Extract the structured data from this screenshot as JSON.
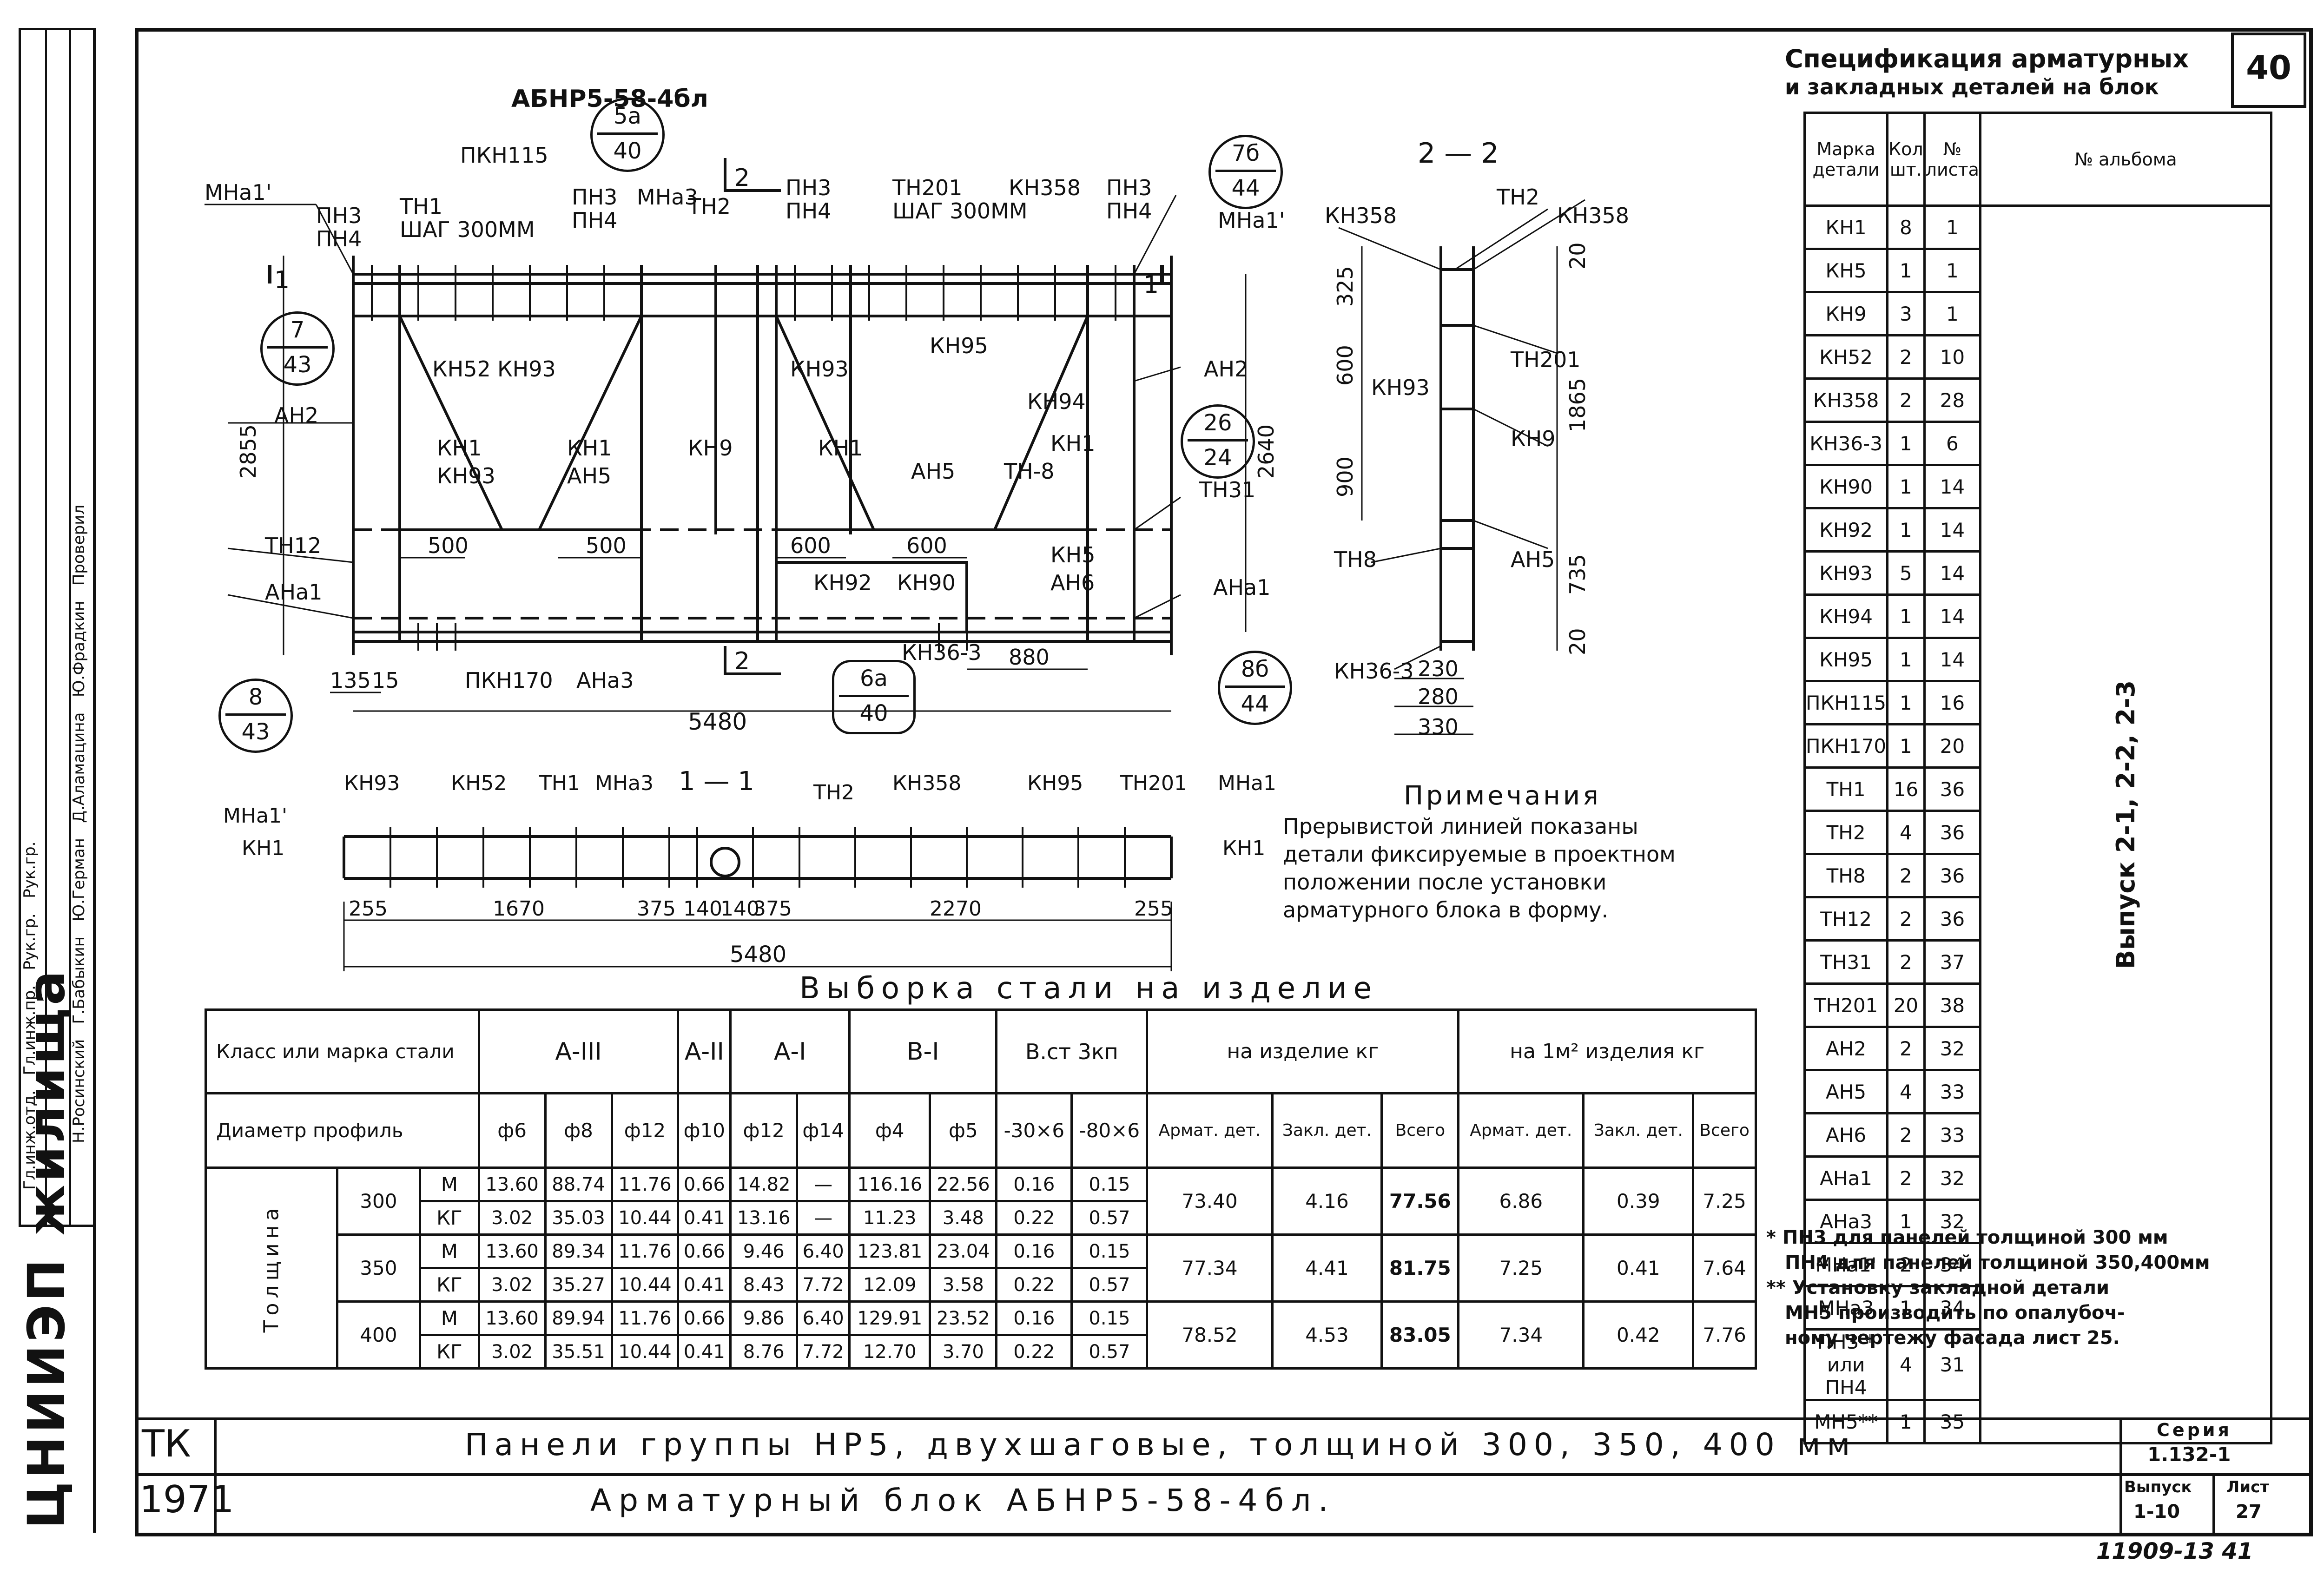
{
  "sheet_number": "40",
  "main_view": {
    "title": "АБНР5-58-4бл",
    "labels": [
      "МНа1'",
      "ПН3",
      "ПН4",
      "ТН1",
      "ШАГ 300ММ",
      "ПКН115",
      "ПН3",
      "ПН4",
      "МНа3",
      "5а",
      "40",
      "ТН2",
      "2",
      "ПН3",
      "ПН4",
      "ТН201",
      "ШАГ 300ММ",
      "КН358",
      "ПН3",
      "ПН4",
      "7б",
      "44",
      "МНа1'",
      "1",
      "1",
      "7",
      "43",
      "КН52",
      "КН93",
      "КН93",
      "КН95",
      "АН2",
      "АН2",
      "26",
      "24",
      "КН1",
      "КН1",
      "КН9",
      "КН1",
      "КН94",
      "КН1",
      "КН93",
      "АН5",
      "АН5",
      "ТН-8",
      "ТН31",
      "ТН12",
      "АНа1",
      "АНа1",
      "КН5",
      "АН6",
      "КН92",
      "КН90",
      "КН36-3",
      "ПКН170",
      "АНа3",
      "2",
      "6а",
      "40",
      "8б",
      "44",
      "8",
      "43"
    ],
    "dims": [
      "2855",
      "2640",
      "500",
      "500",
      "600",
      "600",
      "880",
      "135",
      "15",
      "5480"
    ]
  },
  "section_2": {
    "title": "2 — 2",
    "labels": [
      "КН358",
      "ТН2",
      "КН358",
      "КН93",
      "ТН201",
      "КН9",
      "ТН8",
      "АН5",
      "КН36-3"
    ],
    "dims": [
      "325",
      "600",
      "900",
      "20",
      "1865",
      "735",
      "20",
      "230",
      "280",
      "330"
    ]
  },
  "section_1": {
    "title": "1 — 1",
    "labels": [
      "КН93",
      "КН52",
      "ТН1",
      "МНа3",
      "ТН2",
      "КН358",
      "КН95",
      "ТН201",
      "МНа1",
      "МНа1'",
      "КН1",
      "КН1"
    ],
    "dims": [
      "255",
      "1670",
      "375",
      "140",
      "140",
      "375",
      "2270",
      "255",
      "5480"
    ]
  },
  "notes": {
    "title": "Примечания",
    "lines": [
      "Прерывистой линией показаны",
      "детали фиксируемые в проектном",
      "положении после установки",
      "арматурного блока в форму."
    ]
  },
  "spec": {
    "title_line1": "Спецификация арматурных",
    "title_line2": "и закладных деталей на блок",
    "headers": [
      "Марка детали",
      "Кол шт.",
      "№ листа",
      "№ альбома"
    ],
    "album_text": "Выпуск 2-1, 2-2, 2-3",
    "rows": [
      [
        "КН1",
        "8",
        "1"
      ],
      [
        "КН5",
        "1",
        "1"
      ],
      [
        "КН9",
        "3",
        "1"
      ],
      [
        "КН52",
        "2",
        "10"
      ],
      [
        "КН358",
        "2",
        "28"
      ],
      [
        "КН36-3",
        "1",
        "6"
      ],
      [
        "КН90",
        "1",
        "14"
      ],
      [
        "КН92",
        "1",
        "14"
      ],
      [
        "КН93",
        "5",
        "14"
      ],
      [
        "КН94",
        "1",
        "14"
      ],
      [
        "КН95",
        "1",
        "14"
      ],
      [
        "ПКН115",
        "1",
        "16"
      ],
      [
        "ПКН170",
        "1",
        "20"
      ],
      [
        "ТН1",
        "16",
        "36"
      ],
      [
        "ТН2",
        "4",
        "36"
      ],
      [
        "ТН8",
        "2",
        "36"
      ],
      [
        "ТН12",
        "2",
        "36"
      ],
      [
        "ТН31",
        "2",
        "37"
      ],
      [
        "ТН201",
        "20",
        "38"
      ],
      [
        "АН2",
        "2",
        "32"
      ],
      [
        "АН5",
        "4",
        "33"
      ],
      [
        "АН6",
        "2",
        "33"
      ],
      [
        "АНа1",
        "2",
        "32"
      ],
      [
        "АНа3",
        "1",
        "32"
      ],
      [
        "МНа1'",
        "2",
        "34"
      ],
      [
        "МНа3",
        "1",
        "34"
      ],
      [
        "ПН3 * или ПН4",
        "4",
        "31"
      ],
      [
        "МН5**",
        "1",
        "35"
      ]
    ]
  },
  "steel": {
    "title": "Выборка стали на изделие",
    "h_class": "Класс или марка стали",
    "h_diam": "Диаметр профиль",
    "h_thick": "Толщина",
    "classes": [
      "А-III",
      "А-II",
      "А-I",
      "В-I",
      "В.ст 3кп"
    ],
    "diameters": [
      "ф6",
      "ф8",
      "ф12",
      "ф10",
      "ф12",
      "ф14",
      "ф4",
      "ф5",
      "-30×6",
      "-80×6"
    ],
    "on_item": "на изделие кг",
    "per_m2": "на 1м² изделия кг",
    "sub": [
      "Армат. дет.",
      "Закл. дет.",
      "Всего",
      "Армат. дет.",
      "Закл. дет.",
      "Всего"
    ],
    "groups": [
      {
        "thickness": "300",
        "rows": [
          {
            "unit": "М",
            "v": [
              "13.60",
              "88.74",
              "11.76",
              "0.66",
              "14.82",
              "—",
              "116.16",
              "22.56",
              "0.16",
              "0.15"
            ]
          },
          {
            "unit": "КГ",
            "v": [
              "3.02",
              "35.03",
              "10.44",
              "0.41",
              "13.16",
              "—",
              "11.23",
              "3.48",
              "0.22",
              "0.57"
            ]
          }
        ],
        "totals": [
          "73.40",
          "4.16",
          "77.56",
          "6.86",
          "0.39",
          "7.25"
        ]
      },
      {
        "thickness": "350",
        "rows": [
          {
            "unit": "М",
            "v": [
              "13.60",
              "89.34",
              "11.76",
              "0.66",
              "9.46",
              "6.40",
              "123.81",
              "23.04",
              "0.16",
              "0.15"
            ]
          },
          {
            "unit": "КГ",
            "v": [
              "3.02",
              "35.27",
              "10.44",
              "0.41",
              "8.43",
              "7.72",
              "12.09",
              "3.58",
              "0.22",
              "0.57"
            ]
          }
        ],
        "totals": [
          "77.34",
          "4.41",
          "81.75",
          "7.25",
          "0.41",
          "7.64"
        ]
      },
      {
        "thickness": "400",
        "rows": [
          {
            "unit": "М",
            "v": [
              "13.60",
              "89.94",
              "11.76",
              "0.66",
              "9.86",
              "6.40",
              "129.91",
              "23.52",
              "0.16",
              "0.15"
            ]
          },
          {
            "unit": "КГ",
            "v": [
              "3.02",
              "35.51",
              "10.44",
              "0.41",
              "8.76",
              "7.72",
              "12.70",
              "3.70",
              "0.22",
              "0.57"
            ]
          }
        ],
        "totals": [
          "78.52",
          "4.53",
          "83.05",
          "7.34",
          "0.42",
          "7.76"
        ]
      }
    ]
  },
  "footnotes": [
    "* ПН3 для панелей толщиной 300 мм",
    "ПН4 для панелей толщиной 350,400мм",
    "** Установку закладной детали",
    "МН5 производить по опалубоч-",
    "ному чертежу фасада лист 25."
  ],
  "title_block": {
    "org": "ЦНИИЭП жилища",
    "tk": "ТК",
    "year": "1971",
    "line1": "Панели группы НР5, двухшаговые, толщиной 300, 350, 400 мм",
    "line2": "Арматурный блок АБНР5-58-4бл.",
    "series_label": "Серия",
    "series_value": "1.132-1",
    "issue_label": "Выпуск",
    "issue_value": "1-10",
    "sheet_label": "Лист",
    "sheet_value": "27"
  },
  "stamp_left": [
    "Гл.инж.отд.",
    "Гл.инж.пр.",
    "Рук.гр.",
    "Рук.гр.",
    "Н.Росинский",
    "Г.Бабыкин",
    "Ю.Герман",
    "Д.Аламацина",
    "Ю.Фрадкин",
    "Проверил"
  ],
  "corner_mark": "11909-13 41"
}
